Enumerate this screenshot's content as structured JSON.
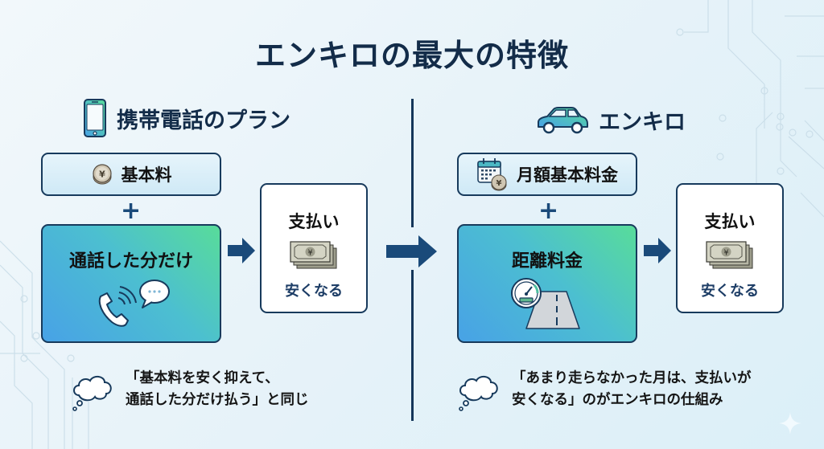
{
  "title": "エンキロの最大の特徴",
  "colors": {
    "navy": "#132c49",
    "border": "#173a5c",
    "arrow": "#1a4a7a",
    "grad_start": "#48a2e6",
    "grad_end": "#58dc9a",
    "light_box": "#d9eef8"
  },
  "left": {
    "heading": "携帯電話のプラン",
    "heading_icon": "smartphone-icon",
    "base_fee": {
      "label": "基本料",
      "icon": "yen-coin-icon"
    },
    "plus": "+",
    "usage": {
      "label": "通話した分だけ",
      "icon": "phone-call-chat-icon"
    },
    "result": {
      "title": "支払い",
      "icon": "yen-banknotes-icon",
      "caption": "安くなる"
    },
    "note": {
      "icon": "thought-bubble-icon",
      "line1": "「基本料を安く抑えて、",
      "line2": "通話した分だけ払う」と同じ"
    }
  },
  "right": {
    "heading": "エンキロ",
    "heading_icon": "car-icon",
    "base_fee": {
      "label": "月額基本料金",
      "icon": "calendar-coin-icon"
    },
    "plus": "+",
    "usage": {
      "label": "距離料金",
      "icon": "speedometer-road-icon"
    },
    "result": {
      "title": "支払い",
      "icon": "yen-banknotes-icon",
      "caption": "安くなる"
    },
    "note": {
      "icon": "thought-bubble-icon",
      "line1": "「あまり走らなかった月は、支払いが",
      "line2": "安くなる」のがエンキロの仕組み"
    }
  }
}
